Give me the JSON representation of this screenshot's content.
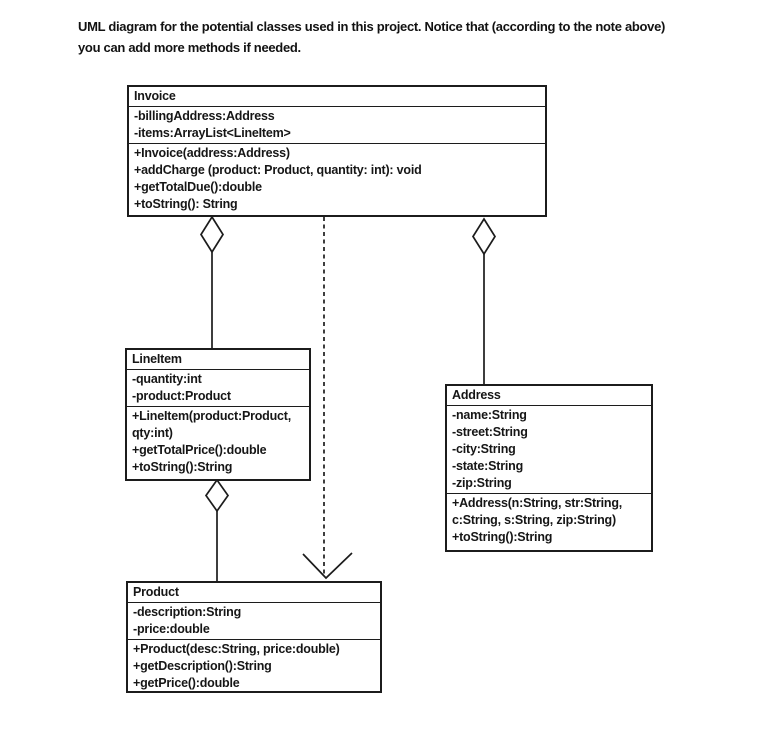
{
  "header": {
    "lines": [
      "UML diagram for the potential classes used in this project. Notice that (according to the note above)",
      "you can add more methods if needed."
    ]
  },
  "colors": {
    "text": "#161616",
    "line": "#1c1c1c",
    "background": "#ffffff",
    "diamond_fill": "#ffffff"
  },
  "diagram": {
    "classes": [
      {
        "name": "Invoice",
        "attributes": [
          "-billingAddress:Address",
          "-items:ArrayList<LineItem>"
        ],
        "methods": [
          "+Invoice(address:Address)",
          "+addCharge (product: Product, quantity: int): void",
          "+getTotalDue():double",
          "+toString(): String"
        ]
      },
      {
        "name": "LineItem",
        "attributes": [
          "-quantity:int",
          "-product:Product"
        ],
        "methods": [
          "+LineItem(product:Product,",
          "qty:int)",
          "+getTotalPrice():double",
          "+toString():String"
        ]
      },
      {
        "name": "Address",
        "attributes": [
          "-name:String",
          "-street:String",
          "-city:String",
          "-state:String",
          "-zip:String"
        ],
        "methods": [
          "+Address(n:String, str:String,",
          "c:String, s:String, zip:String)",
          "+toString():String"
        ]
      },
      {
        "name": "Product",
        "attributes": [
          "-description:String",
          "-price:double"
        ],
        "methods": [
          "+Product(desc:String, price:double)",
          "+getDescription():String",
          "+getPrice():double"
        ]
      }
    ],
    "relationships": [
      {
        "type": "aggregation",
        "from": "Invoice",
        "to": "LineItem"
      },
      {
        "type": "aggregation",
        "from": "Invoice",
        "to": "Address"
      },
      {
        "type": "aggregation",
        "from": "LineItem",
        "to": "Product"
      },
      {
        "type": "dependency",
        "from": "Invoice",
        "to": "Product"
      }
    ]
  }
}
